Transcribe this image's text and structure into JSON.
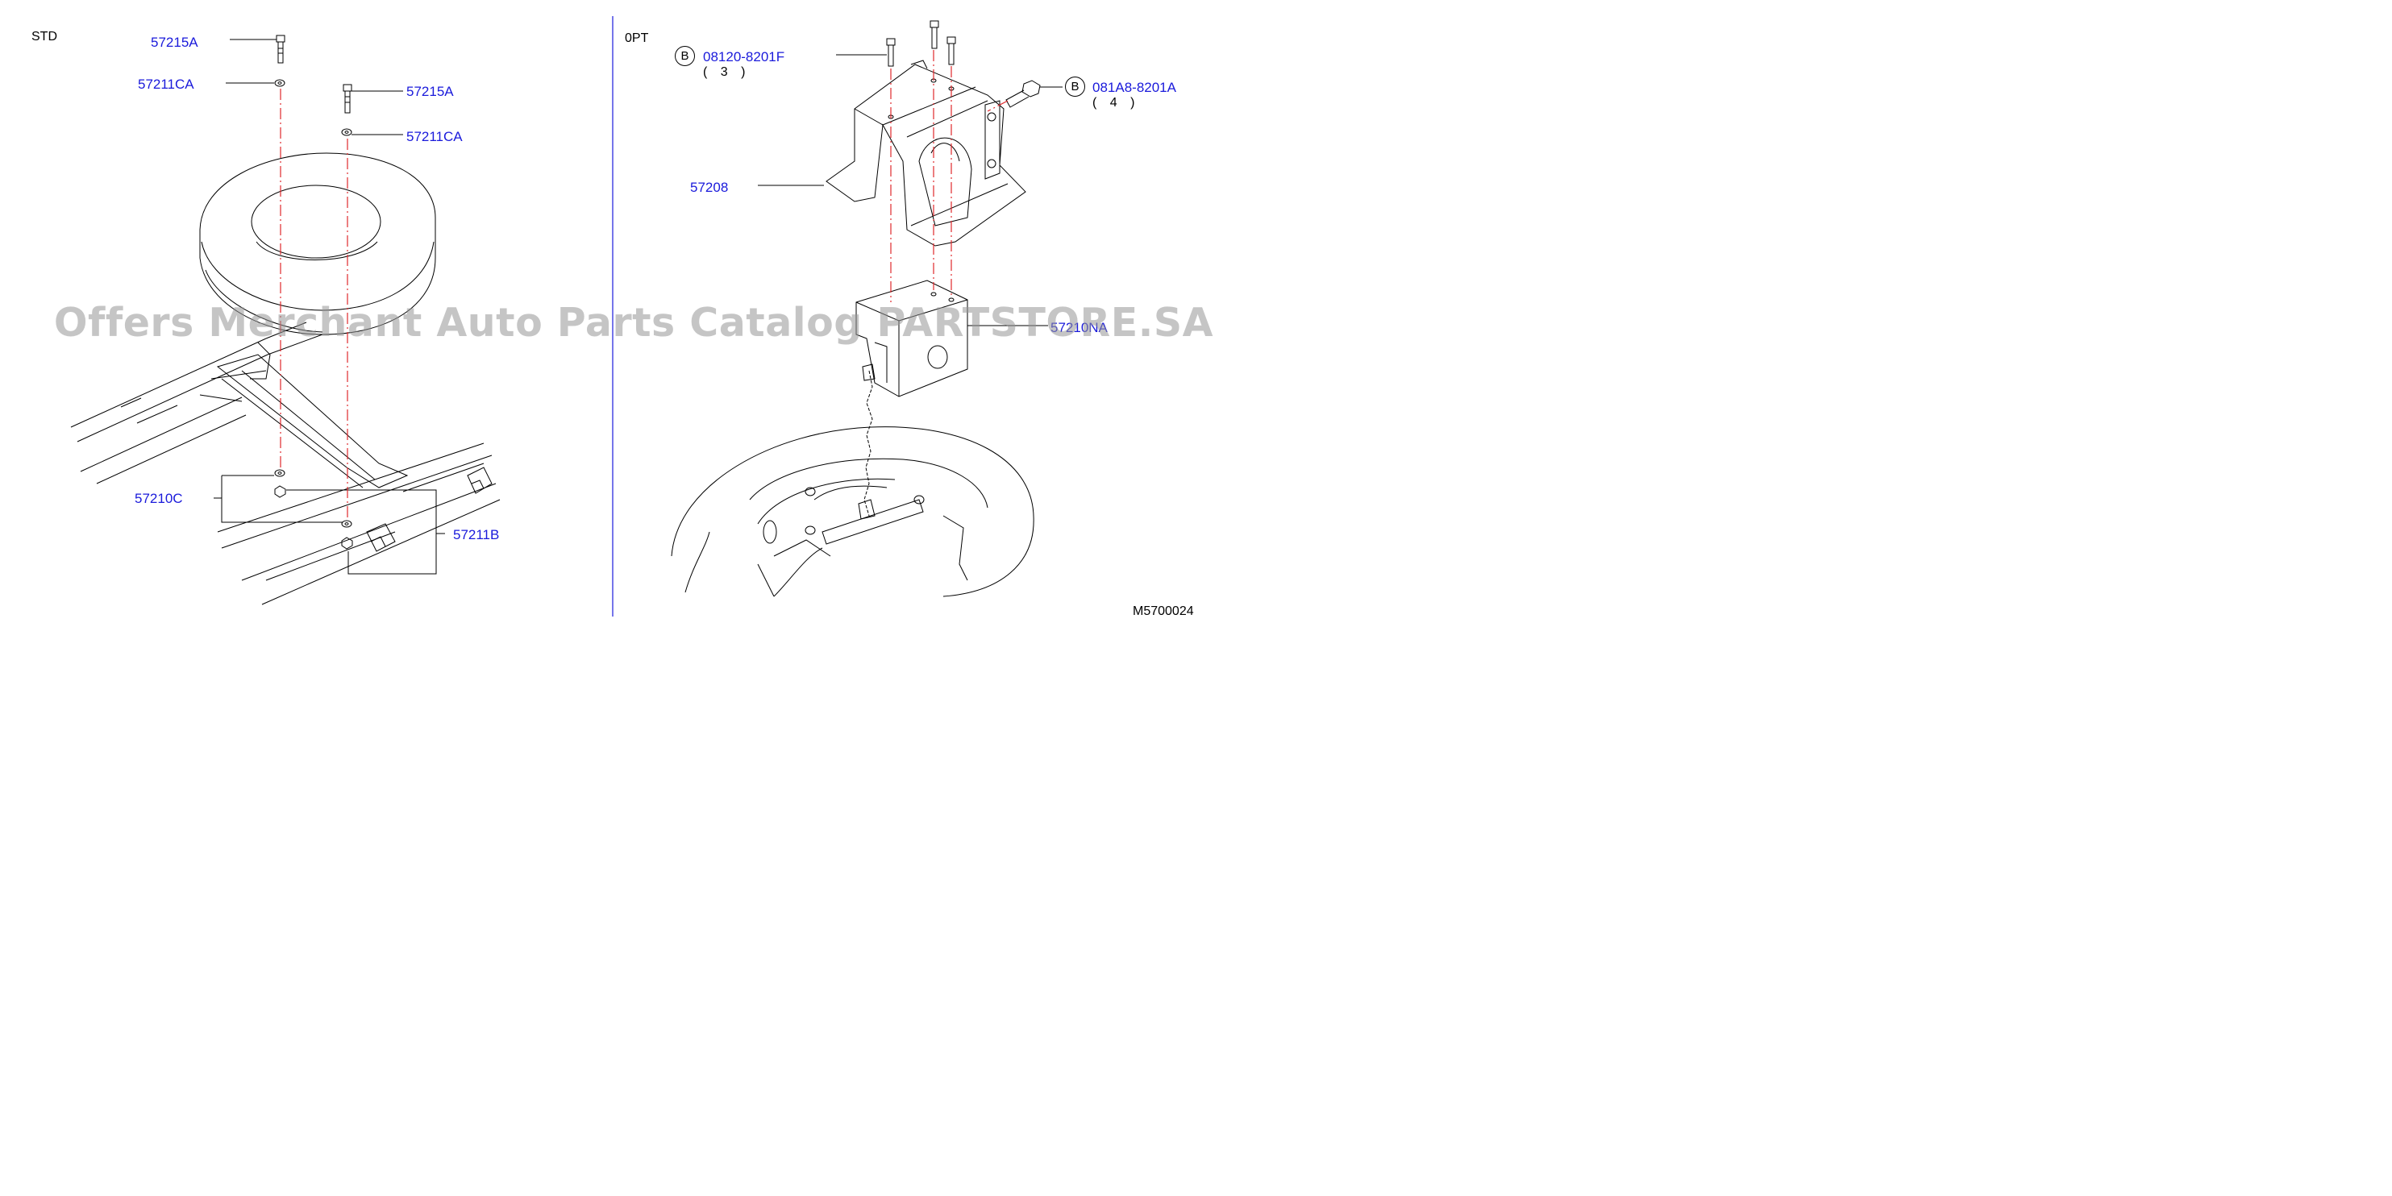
{
  "panels": {
    "left": {
      "title": "STD",
      "callouts": {
        "bolt_top": "57215A",
        "washer_top": "57211CA",
        "bolt_mid": "57215A",
        "washer_mid": "57211CA",
        "group_washer_nut": "57210C",
        "group_nut_bracket": "57211B"
      }
    },
    "right": {
      "title": "0PT",
      "callouts": {
        "bolt_vertical": {
          "badge": "B",
          "part": "08120-8201F",
          "qty": "( 3 )"
        },
        "bolt_side": {
          "badge": "B",
          "part": "081A8-8201A",
          "qty": "( 4 )"
        },
        "bracket": "57208",
        "winch_block": "57210NA"
      }
    }
  },
  "diagram_code": "M5700024",
  "watermark": "Offers Merchant Auto Parts Catalog PARTSTORE.SA",
  "colors": {
    "callout": "#1a1adb",
    "dash_line": "#e0282c",
    "line": "#000000"
  }
}
